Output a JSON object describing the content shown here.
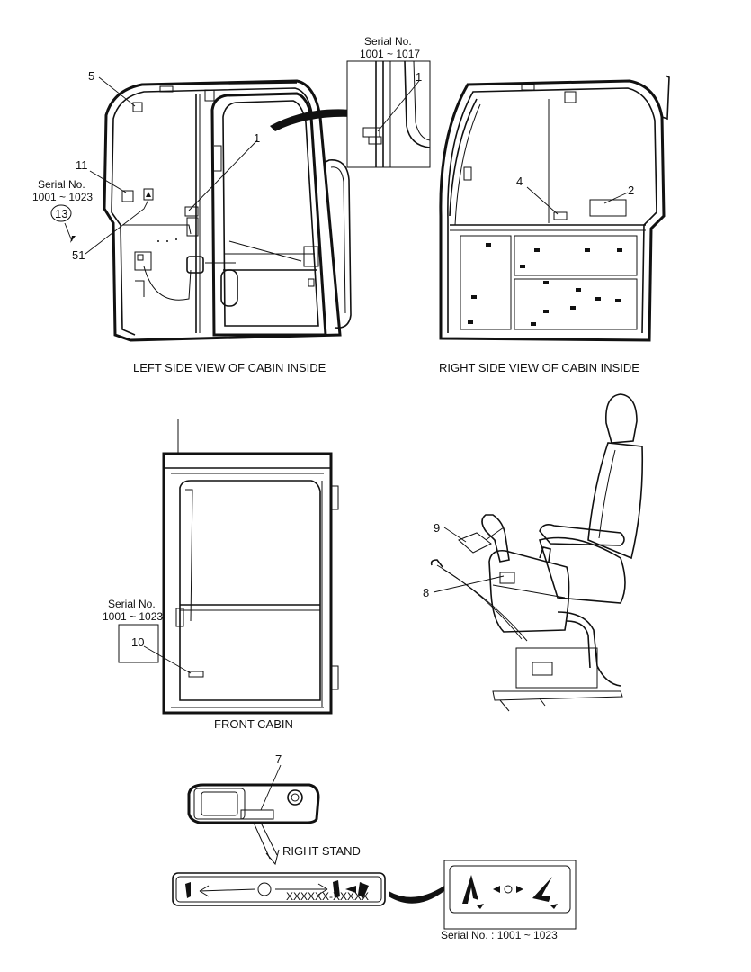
{
  "views": {
    "left_side": {
      "caption": "LEFT SIDE VIEW OF CABIN INSIDE"
    },
    "right_side": {
      "caption": "RIGHT SIDE VIEW OF CABIN INSIDE"
    },
    "front": {
      "caption": "FRONT CABIN"
    },
    "right_stand": {
      "caption": "RIGHT STAND"
    }
  },
  "serials": {
    "top_inset": {
      "title": "Serial No.",
      "range": "1001 ~ 1017"
    },
    "left_part11": {
      "title": "Serial No.",
      "range": "1001 ~ 1023"
    },
    "front_part10": {
      "title": "Serial No.",
      "range": "1001 ~ 1023"
    },
    "bottom_inset": {
      "text": "Serial No. : 1001 ~ 1023"
    }
  },
  "callouts": {
    "c1_inset": "1",
    "c1_left": "1",
    "c2": "2",
    "c4": "4",
    "c5": "5",
    "c7": "7",
    "c8": "8",
    "c9": "9",
    "c10": "10",
    "c11": "11",
    "c13": "13",
    "c51": "51"
  },
  "decal_text": "XXXXXX-XXXXX"
}
